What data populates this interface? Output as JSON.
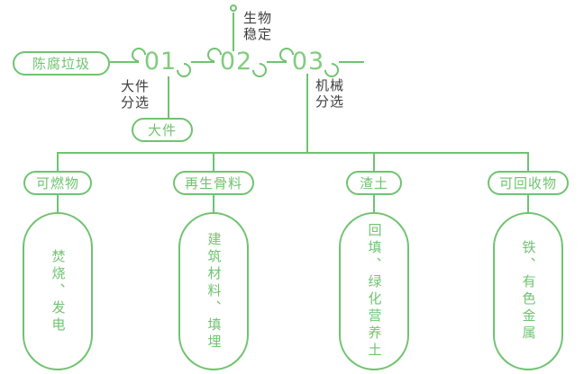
{
  "colors": {
    "green": "#70c370",
    "green_light": "#82cc7e",
    "dark_text": "#3f3f3f"
  },
  "source": {
    "label": "陈腐垃圾"
  },
  "steps": [
    {
      "num": "01"
    },
    {
      "num": "02"
    },
    {
      "num": "03"
    }
  ],
  "bio": {
    "label": "生物\n稳定"
  },
  "large_sort": {
    "label": "大件\n分选",
    "node": "大件"
  },
  "mech_sort": {
    "label": "机械\n分选"
  },
  "branches": [
    {
      "label": "可燃物",
      "detail": "焚烧、发电"
    },
    {
      "label": "再生骨料",
      "detail": "建筑材料、填埋"
    },
    {
      "label": "渣土",
      "detail": "回填、绿化营养土"
    },
    {
      "label": "可回收物",
      "detail": "铁、有色金属"
    }
  ]
}
